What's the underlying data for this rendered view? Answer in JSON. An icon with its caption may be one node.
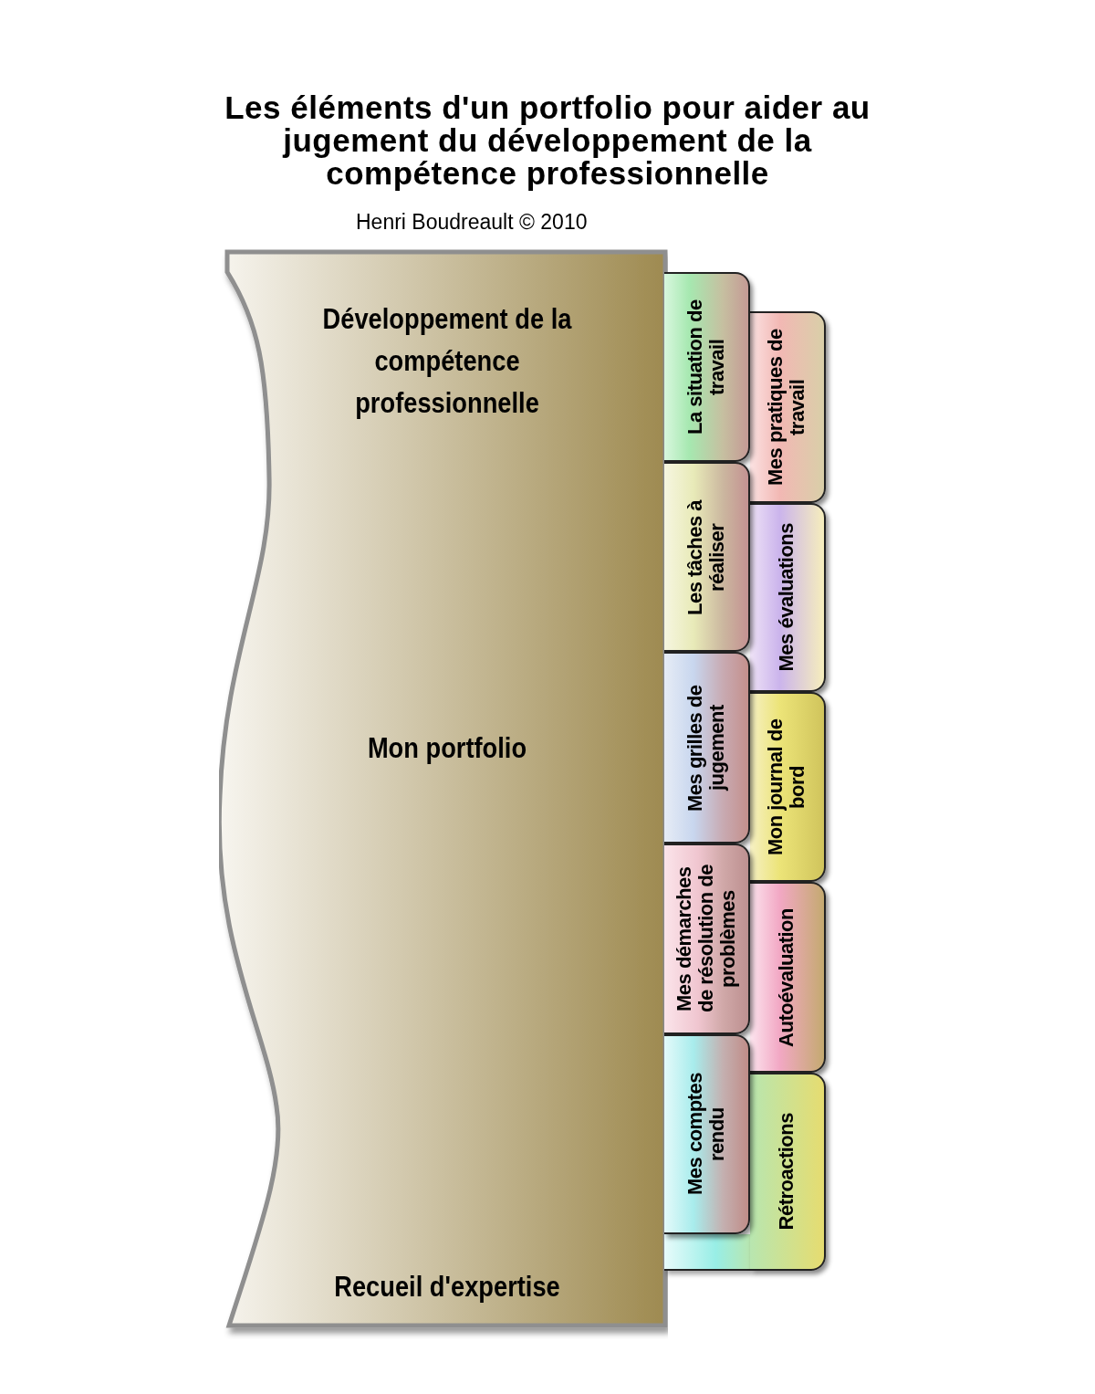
{
  "diagram": {
    "title": "Les éléments d'un portfolio pour aider au jugement du développement de la compétence professionnelle",
    "nodes": [
      {
        "text": [
          "Développement de la compétence professionnelle",
          "Mon portfolio",
          "Recueil d'expertise"
        ]
      },
      {
        "text": [
          "La situation de travail"
        ]
      },
      {
        "text": [
          "Mes pratiques de travail"
        ]
      },
      {
        "text": [
          "Les tâches à réaliser"
        ]
      },
      {
        "text": [
          "Mes évaluations"
        ]
      },
      {
        "text": [
          "Mes grilles de jugement"
        ]
      },
      {
        "text": [
          "Mon journal de bord"
        ]
      },
      {
        "text": [
          "Mes démarches de résolution de problèmes"
        ]
      },
      {
        "text": [
          "Autoévaluation"
        ]
      },
      {
        "text": [
          "Mes comptes rendu"
        ]
      },
      {
        "text": [
          "Rétroactions"
        ]
      }
    ],
    "edges": [],
    "labels": [
      "Henri Boudreault © 2010"
    ]
  }
}
